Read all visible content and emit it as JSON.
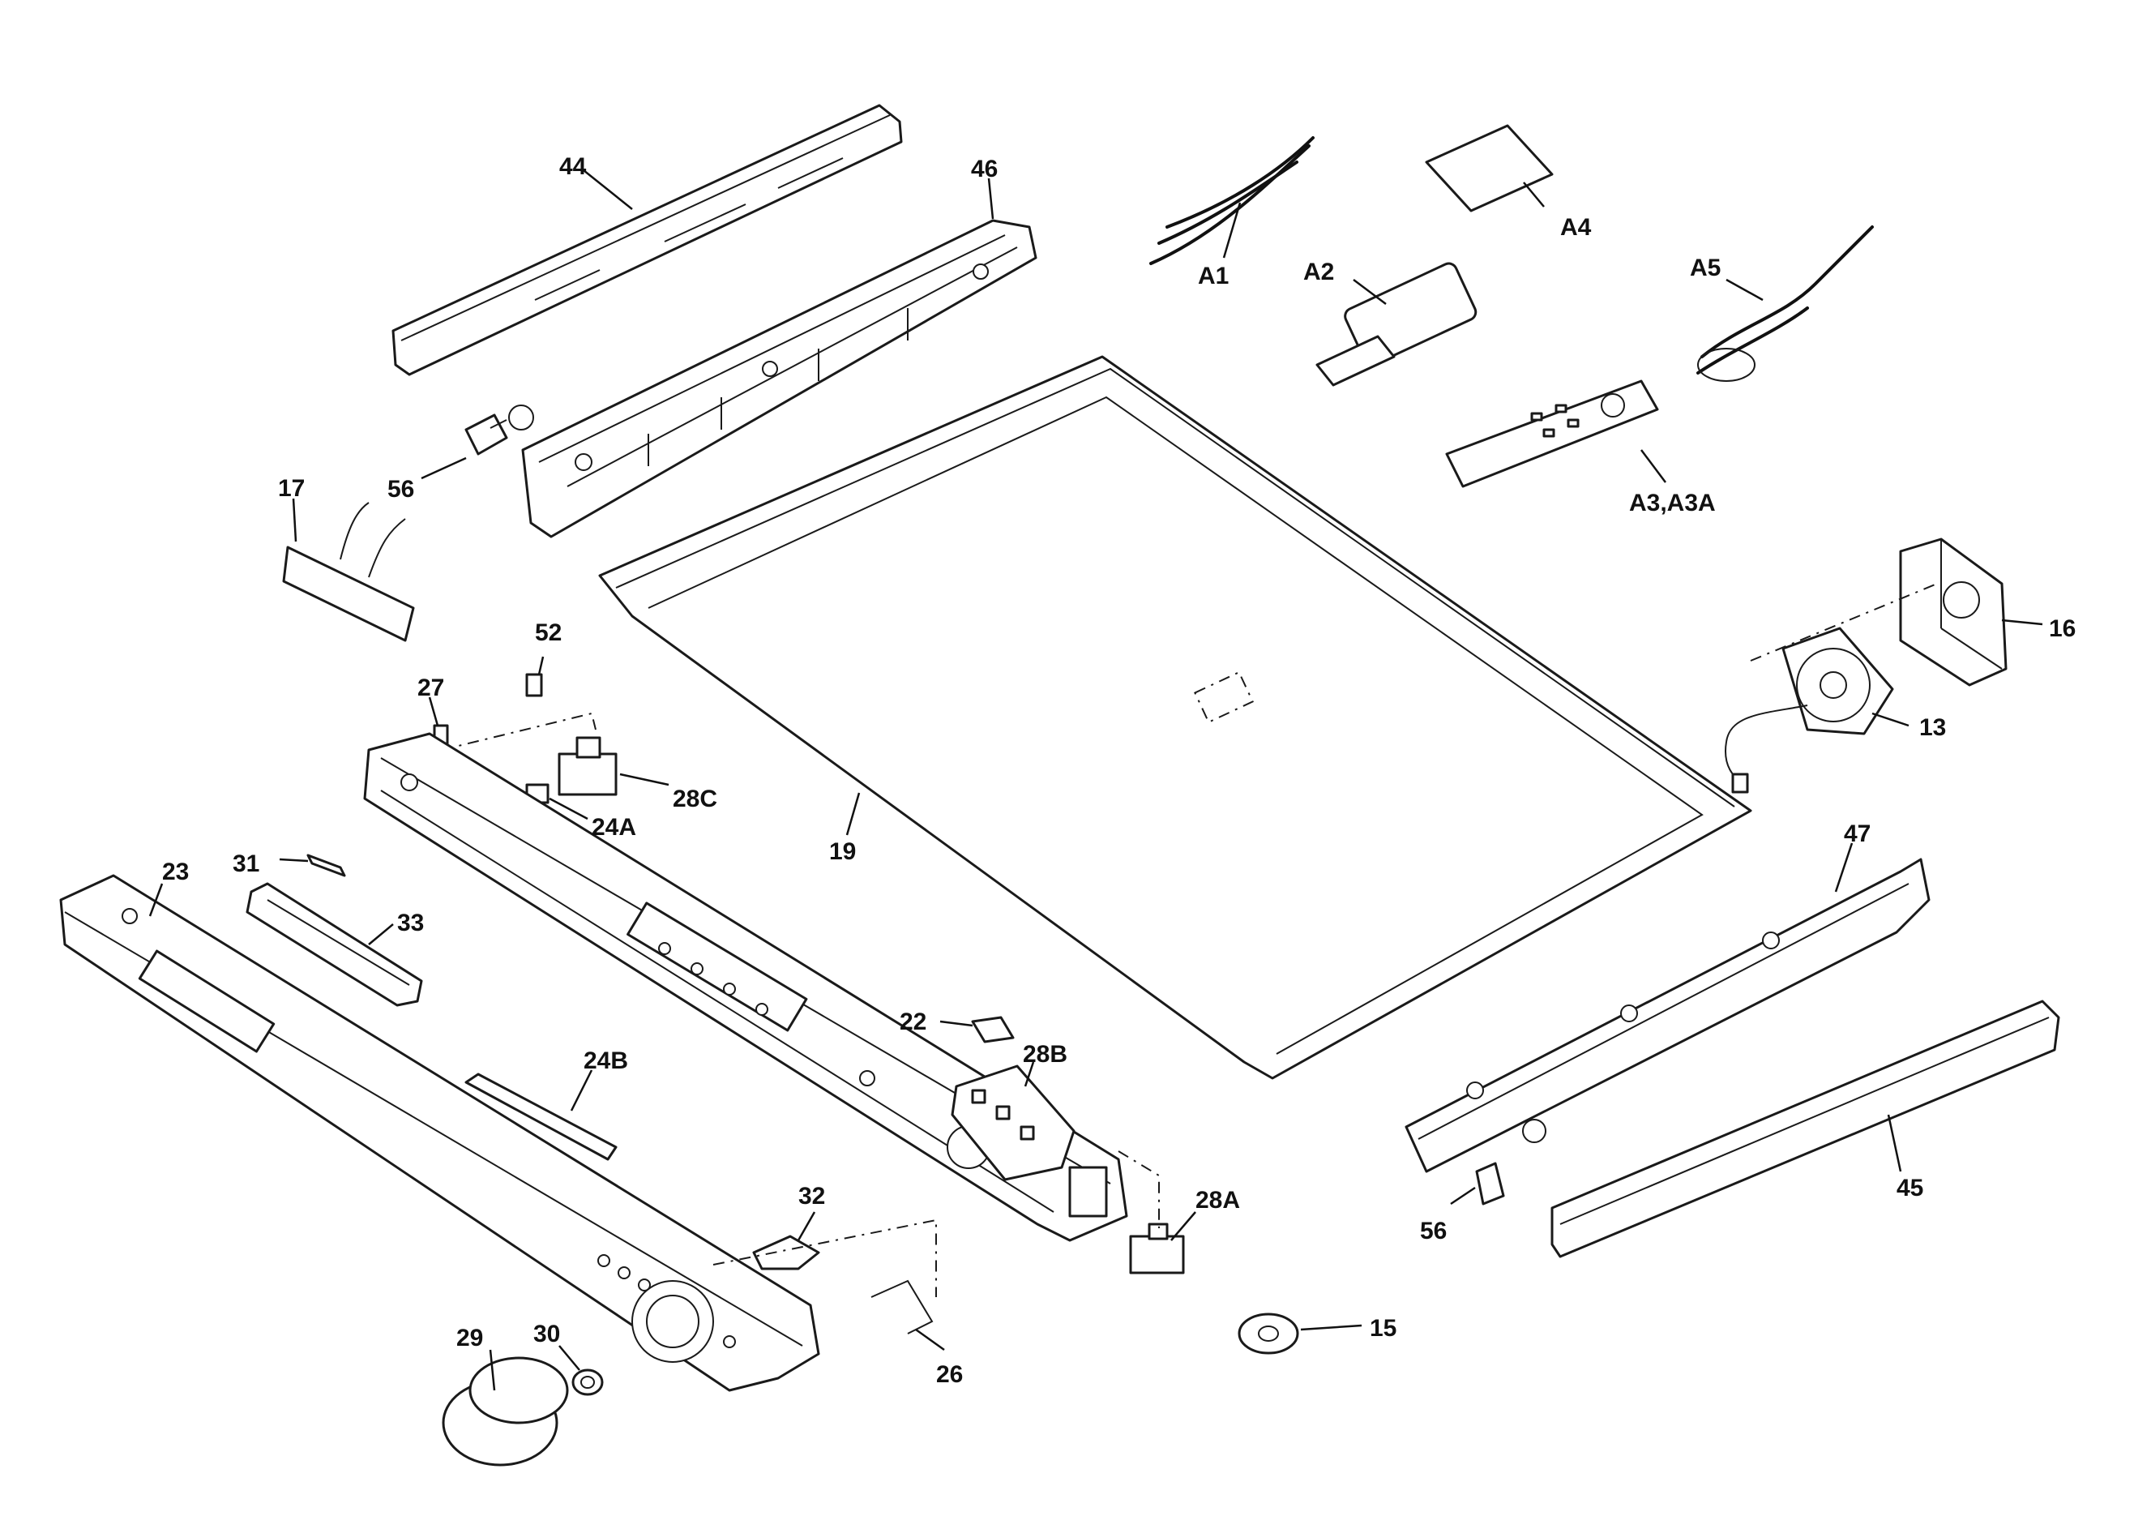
{
  "diagram": {
    "callouts": [
      {
        "id": "p44",
        "text": "44"
      },
      {
        "id": "p46",
        "text": "46"
      },
      {
        "id": "pA1",
        "text": "A1"
      },
      {
        "id": "pA2",
        "text": "A2"
      },
      {
        "id": "pA4",
        "text": "A4"
      },
      {
        "id": "pA5",
        "text": "A5"
      },
      {
        "id": "pA3",
        "text": "A3,A3A"
      },
      {
        "id": "p56a",
        "text": "56"
      },
      {
        "id": "p17",
        "text": "17"
      },
      {
        "id": "p52",
        "text": "52"
      },
      {
        "id": "p16",
        "text": "16"
      },
      {
        "id": "p13",
        "text": "13"
      },
      {
        "id": "p27",
        "text": "27"
      },
      {
        "id": "p28C",
        "text": "28C"
      },
      {
        "id": "p24A",
        "text": "24A"
      },
      {
        "id": "p19",
        "text": "19"
      },
      {
        "id": "p31",
        "text": "31"
      },
      {
        "id": "p23",
        "text": "23"
      },
      {
        "id": "p33",
        "text": "33"
      },
      {
        "id": "p47",
        "text": "47"
      },
      {
        "id": "p22",
        "text": "22"
      },
      {
        "id": "p28B",
        "text": "28B"
      },
      {
        "id": "p24B",
        "text": "24B"
      },
      {
        "id": "p32",
        "text": "32"
      },
      {
        "id": "p28A",
        "text": "28A"
      },
      {
        "id": "p56b",
        "text": "56"
      },
      {
        "id": "p45",
        "text": "45"
      },
      {
        "id": "p29",
        "text": "29"
      },
      {
        "id": "p30",
        "text": "30"
      },
      {
        "id": "p26",
        "text": "26"
      },
      {
        "id": "p15",
        "text": "15"
      }
    ]
  }
}
